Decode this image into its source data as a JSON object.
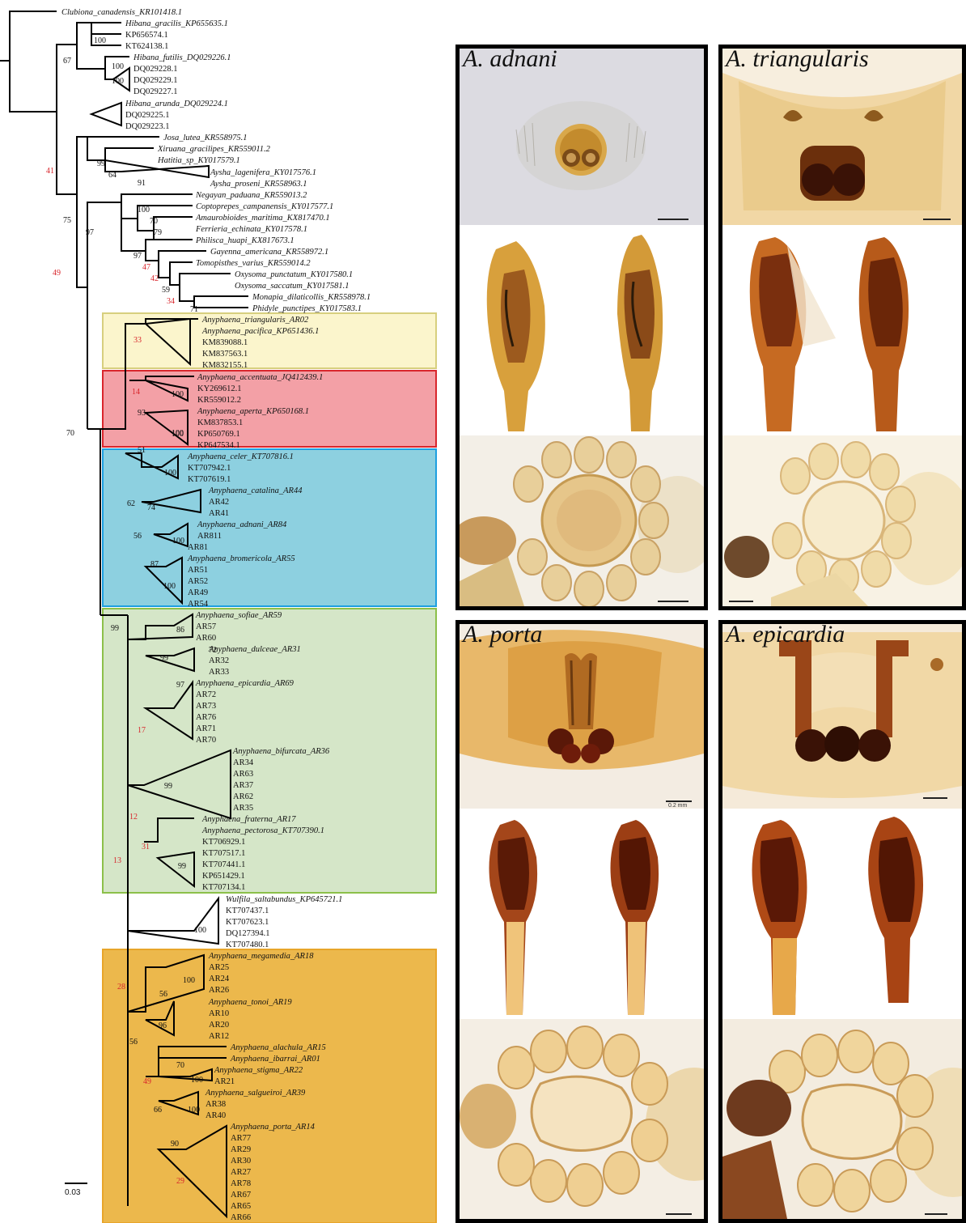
{
  "scale": {
    "label": "0.03"
  },
  "clade_colors": {
    "yellow": "#fbf5cc",
    "red": "#f3a0a6",
    "blue": "#8dd0e0",
    "green": "#d5e6c8",
    "orange": "#ecb84c"
  },
  "tips": [
    {
      "t": "Clubiona_canadensis_KR101418.1",
      "i": true
    },
    {
      "t": "Hibana_gracilis_KP655635.1",
      "i": true
    },
    {
      "t": "KP656574.1",
      "i": false
    },
    {
      "t": "KT624138.1",
      "i": false
    },
    {
      "t": "Hibana_futilis_DQ029226.1",
      "i": true
    },
    {
      "t": "DQ029228.1",
      "i": false
    },
    {
      "t": "DQ029229.1",
      "i": false
    },
    {
      "t": "DQ029227.1",
      "i": false
    },
    {
      "t": "Hibana_arunda_DQ029224.1",
      "i": true
    },
    {
      "t": "DQ029225.1",
      "i": false
    },
    {
      "t": "DQ029223.1",
      "i": false
    },
    {
      "t": "Josa_lutea_KR558975.1",
      "i": true
    },
    {
      "t": "Xiruana_gracilipes_KR559011.2",
      "i": true
    },
    {
      "t": "Hatitia_sp_KY017579.1",
      "i": true
    },
    {
      "t": "Aysha_lagenifera_KY017576.1",
      "i": true
    },
    {
      "t": "Aysha_proseni_KR558963.1",
      "i": true
    },
    {
      "t": "Negayan_paduana_KR559013.2",
      "i": true
    },
    {
      "t": "Coptoprepes_campanensis_KY017577.1",
      "i": true
    },
    {
      "t": "Amaurobioides_maritima_KX817470.1",
      "i": true
    },
    {
      "t": "Ferrieria_echinata_KY017578.1",
      "i": true
    },
    {
      "t": "Philisca_huapi_KX817673.1",
      "i": true
    },
    {
      "t": "Gayenna_americana_KR558972.1",
      "i": true
    },
    {
      "t": "Tomopisthes_varius_KR559014.2",
      "i": true
    },
    {
      "t": "Oxysoma_punctatum_KY017580.1",
      "i": true
    },
    {
      "t": "Oxysoma_saccatum_KY017581.1",
      "i": true
    },
    {
      "t": "Monapia_dilaticollis_KR558978.1",
      "i": true
    },
    {
      "t": "Phidyle_punctipes_KY017583.1",
      "i": true
    },
    {
      "t": "Anyphaena_triangularis_AR02",
      "i": true
    },
    {
      "t": "Anyphaena_pacifica_KP651436.1",
      "i": true
    },
    {
      "t": "KM839088.1",
      "i": false
    },
    {
      "t": "KM837563.1",
      "i": false
    },
    {
      "t": "KM832155.1",
      "i": false
    },
    {
      "t": "Anyphaena_accentuata_JQ412439.1",
      "i": true
    },
    {
      "t": "KY269612.1",
      "i": false
    },
    {
      "t": "KR559012.2",
      "i": false
    },
    {
      "t": "Anyphaena_aperta_KP650168.1",
      "i": true
    },
    {
      "t": "KM837853.1",
      "i": false
    },
    {
      "t": "KP650769.1",
      "i": false
    },
    {
      "t": "KP647534.1",
      "i": false
    },
    {
      "t": "Anyphaena_celer_KT707816.1",
      "i": true
    },
    {
      "t": "KT707942.1",
      "i": false
    },
    {
      "t": "KT707619.1",
      "i": false
    },
    {
      "t": "Anyphaena_catalina_AR44",
      "i": true
    },
    {
      "t": "AR42",
      "i": false
    },
    {
      "t": "AR41",
      "i": false
    },
    {
      "t": "Anyphaena_adnani_AR84",
      "i": true
    },
    {
      "t": "AR811",
      "i": false
    },
    {
      "t": "AR81",
      "i": false
    },
    {
      "t": "Anyphaena_bromericola_AR55",
      "i": true
    },
    {
      "t": "AR51",
      "i": false
    },
    {
      "t": "AR52",
      "i": false
    },
    {
      "t": "AR49",
      "i": false
    },
    {
      "t": "AR54",
      "i": false
    },
    {
      "t": "Anyphaena_sofiae_AR59",
      "i": true
    },
    {
      "t": "AR57",
      "i": false
    },
    {
      "t": "AR60",
      "i": false
    },
    {
      "t": "Anyphaena_dulceae_AR31",
      "i": true
    },
    {
      "t": "AR32",
      "i": false
    },
    {
      "t": "AR33",
      "i": false
    },
    {
      "t": "Anyphaena_epicardia_AR69",
      "i": true
    },
    {
      "t": "AR72",
      "i": false
    },
    {
      "t": "AR73",
      "i": false
    },
    {
      "t": "AR76",
      "i": false
    },
    {
      "t": "AR71",
      "i": false
    },
    {
      "t": "AR70",
      "i": false
    },
    {
      "t": "Anyphaena_bifurcata_AR36",
      "i": true
    },
    {
      "t": "AR34",
      "i": false
    },
    {
      "t": "AR63",
      "i": false
    },
    {
      "t": "AR37",
      "i": false
    },
    {
      "t": "AR62",
      "i": false
    },
    {
      "t": "AR35",
      "i": false
    },
    {
      "t": "Anyphaena_fraterna_AR17",
      "i": true
    },
    {
      "t": "Anyphaena_pectorosa_KT707390.1",
      "i": true
    },
    {
      "t": "KT706929.1",
      "i": false
    },
    {
      "t": "KT707517.1",
      "i": false
    },
    {
      "t": "KT707441.1",
      "i": false
    },
    {
      "t": "KP651429.1",
      "i": false
    },
    {
      "t": "KT707134.1",
      "i": false
    },
    {
      "t": "Wulfila_saltabundus_KP645721.1",
      "i": true
    },
    {
      "t": "KT707437.1",
      "i": false
    },
    {
      "t": "KT707623.1",
      "i": false
    },
    {
      "t": "DQ127394.1",
      "i": false
    },
    {
      "t": "KT707480.1",
      "i": false
    },
    {
      "t": "Anyphaena_megamedia_AR18",
      "i": true
    },
    {
      "t": "AR25",
      "i": false
    },
    {
      "t": "AR24",
      "i": false
    },
    {
      "t": "AR26",
      "i": false
    },
    {
      "t": "Anyphaena_tonoi_AR19",
      "i": true
    },
    {
      "t": "AR10",
      "i": false
    },
    {
      "t": "AR20",
      "i": false
    },
    {
      "t": "AR12",
      "i": false
    },
    {
      "t": "Anyphaena_alachula_AR15",
      "i": true
    },
    {
      "t": "Anyphaena_ibarrai_AR01",
      "i": true
    },
    {
      "t": "Anyphaena_stigma_AR22",
      "i": true
    },
    {
      "t": "AR21",
      "i": false
    },
    {
      "t": "Anyphaena_salgueiroi_AR39",
      "i": true
    },
    {
      "t": "AR38",
      "i": false
    },
    {
      "t": "AR40",
      "i": false
    },
    {
      "t": "Anyphaena_porta_AR14",
      "i": true
    },
    {
      "t": "AR77",
      "i": false
    },
    {
      "t": "AR29",
      "i": false
    },
    {
      "t": "AR30",
      "i": false
    },
    {
      "t": "AR27",
      "i": false
    },
    {
      "t": "AR78",
      "i": false
    },
    {
      "t": "AR67",
      "i": false
    },
    {
      "t": "AR65",
      "i": false
    },
    {
      "t": "AR66",
      "i": false
    }
  ],
  "support_values": [
    {
      "v": "100",
      "red": false
    },
    {
      "v": "67",
      "red": false
    },
    {
      "v": "100",
      "red": false
    },
    {
      "v": "100",
      "red": false
    },
    {
      "v": "41",
      "red": true
    },
    {
      "v": "99",
      "red": false
    },
    {
      "v": "64",
      "red": false
    },
    {
      "v": "91",
      "red": false
    },
    {
      "v": "75",
      "red": false
    },
    {
      "v": "100",
      "red": false
    },
    {
      "v": "70",
      "red": false
    },
    {
      "v": "79",
      "red": false
    },
    {
      "v": "97",
      "red": false
    },
    {
      "v": "97",
      "red": false
    },
    {
      "v": "47",
      "red": true
    },
    {
      "v": "42",
      "red": true
    },
    {
      "v": "59",
      "red": false
    },
    {
      "v": "34",
      "red": true
    },
    {
      "v": "71",
      "red": false
    },
    {
      "v": "49",
      "red": true
    },
    {
      "v": "33",
      "red": true
    },
    {
      "v": "100",
      "red": false
    },
    {
      "v": "14",
      "red": true
    },
    {
      "v": "100",
      "red": false
    },
    {
      "v": "93",
      "red": false
    },
    {
      "v": "100",
      "red": false
    },
    {
      "v": "70",
      "red": false
    },
    {
      "v": "51",
      "red": false
    },
    {
      "v": "100",
      "red": false
    },
    {
      "v": "62",
      "red": false
    },
    {
      "v": "74",
      "red": false
    },
    {
      "v": "56",
      "red": false
    },
    {
      "v": "100",
      "red": false
    },
    {
      "v": "87",
      "red": false
    },
    {
      "v": "100",
      "red": false
    },
    {
      "v": "99",
      "red": false
    },
    {
      "v": "86",
      "red": false
    },
    {
      "v": "99",
      "red": false
    },
    {
      "v": "72",
      "red": false
    },
    {
      "v": "97",
      "red": false
    },
    {
      "v": "17",
      "red": true
    },
    {
      "v": "99",
      "red": false
    },
    {
      "v": "12",
      "red": true
    },
    {
      "v": "31",
      "red": true
    },
    {
      "v": "99",
      "red": false
    },
    {
      "v": "13",
      "red": true
    },
    {
      "v": "100",
      "red": false
    },
    {
      "v": "28",
      "red": true
    },
    {
      "v": "56",
      "red": false
    },
    {
      "v": "100",
      "red": false
    },
    {
      "v": "96",
      "red": false
    },
    {
      "v": "56",
      "red": false
    },
    {
      "v": "49",
      "red": true
    },
    {
      "v": "70",
      "red": false
    },
    {
      "v": "100",
      "red": false
    },
    {
      "v": "66",
      "red": false
    },
    {
      "v": "100",
      "red": false
    },
    {
      "v": "90",
      "red": false
    },
    {
      "v": "29",
      "red": true
    }
  ],
  "panels": [
    {
      "title": "A. adnani",
      "border": "#1ba8e0"
    },
    {
      "title": "A. triangularis",
      "border": "#cdbc6c"
    },
    {
      "title": "A. porta",
      "border": "#ebae2c"
    },
    {
      "title": "A. epicardia",
      "border": "#7cbf40"
    }
  ],
  "scale_labels": {
    "mm02": "0.2 mm"
  }
}
